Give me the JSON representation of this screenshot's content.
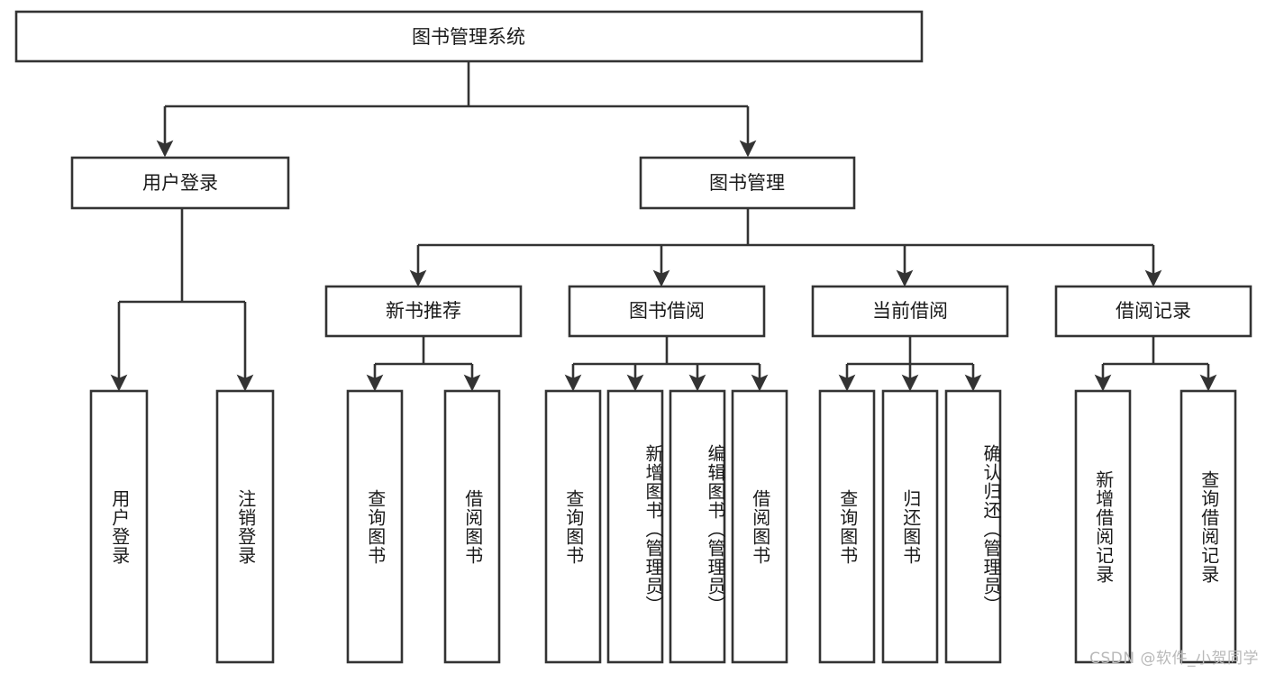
{
  "diagram": {
    "title": "图书管理系统",
    "type": "tree-hierarchy",
    "orientation": "top-down",
    "colors": {
      "box_fill": "#ffffff",
      "box_stroke": "#333333",
      "text": "#1a1a1a",
      "background": "#ffffff",
      "watermark": "#b9b9b9"
    }
  },
  "root": {
    "label": "图书管理系统"
  },
  "level2": [
    {
      "label": "用户登录"
    },
    {
      "label": "图书管理"
    }
  ],
  "level3": [
    {
      "label": "新书推荐"
    },
    {
      "label": "图书借阅"
    },
    {
      "label": "当前借阅"
    },
    {
      "label": "借阅记录"
    }
  ],
  "leaves": {
    "user_login": [
      {
        "label": "用户登录"
      },
      {
        "label": "注销登录"
      }
    ],
    "new_book_recommend": [
      {
        "label": "查询图书"
      },
      {
        "label": "借阅图书"
      }
    ],
    "book_borrow": [
      {
        "label": "查询图书"
      },
      {
        "label": "新增图书（管理员）"
      },
      {
        "label": "编辑图书（管理员）"
      },
      {
        "label": "借阅图书"
      }
    ],
    "current_borrow": [
      {
        "label": "查询图书"
      },
      {
        "label": "归还图书"
      },
      {
        "label": "确认归还（管理员）"
      }
    ],
    "borrow_record": [
      {
        "label": "新增借阅记录"
      },
      {
        "label": "查询借阅记录"
      }
    ]
  },
  "watermark": {
    "text": "CSDN @软件_小贺同学"
  }
}
